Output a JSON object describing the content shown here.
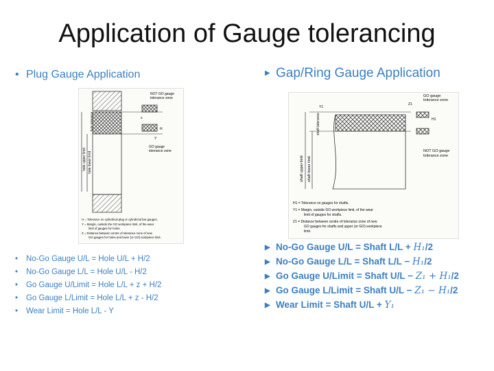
{
  "slide": {
    "title": "Application of Gauge tolerancing",
    "left": {
      "heading": "Plug Gauge Application",
      "bullets": [
        "No-Go Gauge U/L = Hole U/L + H/2",
        "No-Go Gauge L/L = Hole U/L  - H/2",
        "Go Gauge U/Limit = Hole L/L + z + H/2",
        "Go Gauge L/Limit = Hole L/L + z - H/2",
        "Wear Limit = Hole L/L - Y"
      ],
      "figure": {
        "not_go_label": "NOT GO gauge",
        "not_go_label2": "tolerance zone",
        "go_label": "GO gauge",
        "go_label2": "tolerance zone",
        "hole_tolerance": "hole tolerance",
        "hole_upper_limit": "hole upper limit",
        "hole_lower_limit": "hole lower limit",
        "h": "H",
        "z": "z",
        "y": "Y",
        "caption_h": "H  =  Tolerance on cylindrical plug or cylindrical bar gauges.",
        "caption_y1": "Y  =  Margin, outside the GO workpiece limit, of the wear",
        "caption_y2": "limit of gauges for holes.",
        "caption_z1": "Z  =  Distance between centre of tolerance zone of new",
        "caption_z2": "GO gauges for holes and lower (or GO) workpiece limit."
      }
    },
    "right": {
      "heading": "Gap/Ring Gauge Application",
      "figure": {
        "go_label": "GO gauge",
        "go_label2": "tolerance zone",
        "not_go_label": "NOT GO gauge",
        "not_go_label2": "tolerance zone",
        "shaft_tolerance": "shaft tolerance",
        "shaft_upper_limit": "shaft upper limit",
        "shaft_lower_limit": "shaft lower limit",
        "h1": "H1",
        "z1": "Z1",
        "y1": "Y1",
        "caption_h1": "H1  =  Tolerance on gauges for shafts.",
        "caption_y1a": "Y1  =  Margin, outside GO workpiece limit, of the wear",
        "caption_y1b": "limit of gauges for shafts.",
        "caption_z1a": "Z1  =  Distance between centre of tolerance zone of new",
        "caption_z1b": "GO gauges for shafts and upper (or GO) workpiece",
        "caption_z1c": "limit."
      },
      "bullets": [
        {
          "text": "No-Go Gauge U/L = Shaft L/L + ",
          "math": "H₁",
          "tail": "/2"
        },
        {
          "text": "No-Go Gauge L/L = Shaft L/L  − ",
          "math": "H₁",
          "tail": "/2"
        },
        {
          "text": "Go Gauge U/Limit = Shaft U/L − ",
          "math": "Z₁ + H₁",
          "tail": "/2"
        },
        {
          "text": "Go Gauge L/Limit = Shaft U/L − ",
          "math": "Z₁ − H₁",
          "tail": "/2"
        },
        {
          "text": "Wear Limit = Shaft U/L + ",
          "math": "Y₁",
          "tail": ""
        }
      ]
    }
  }
}
